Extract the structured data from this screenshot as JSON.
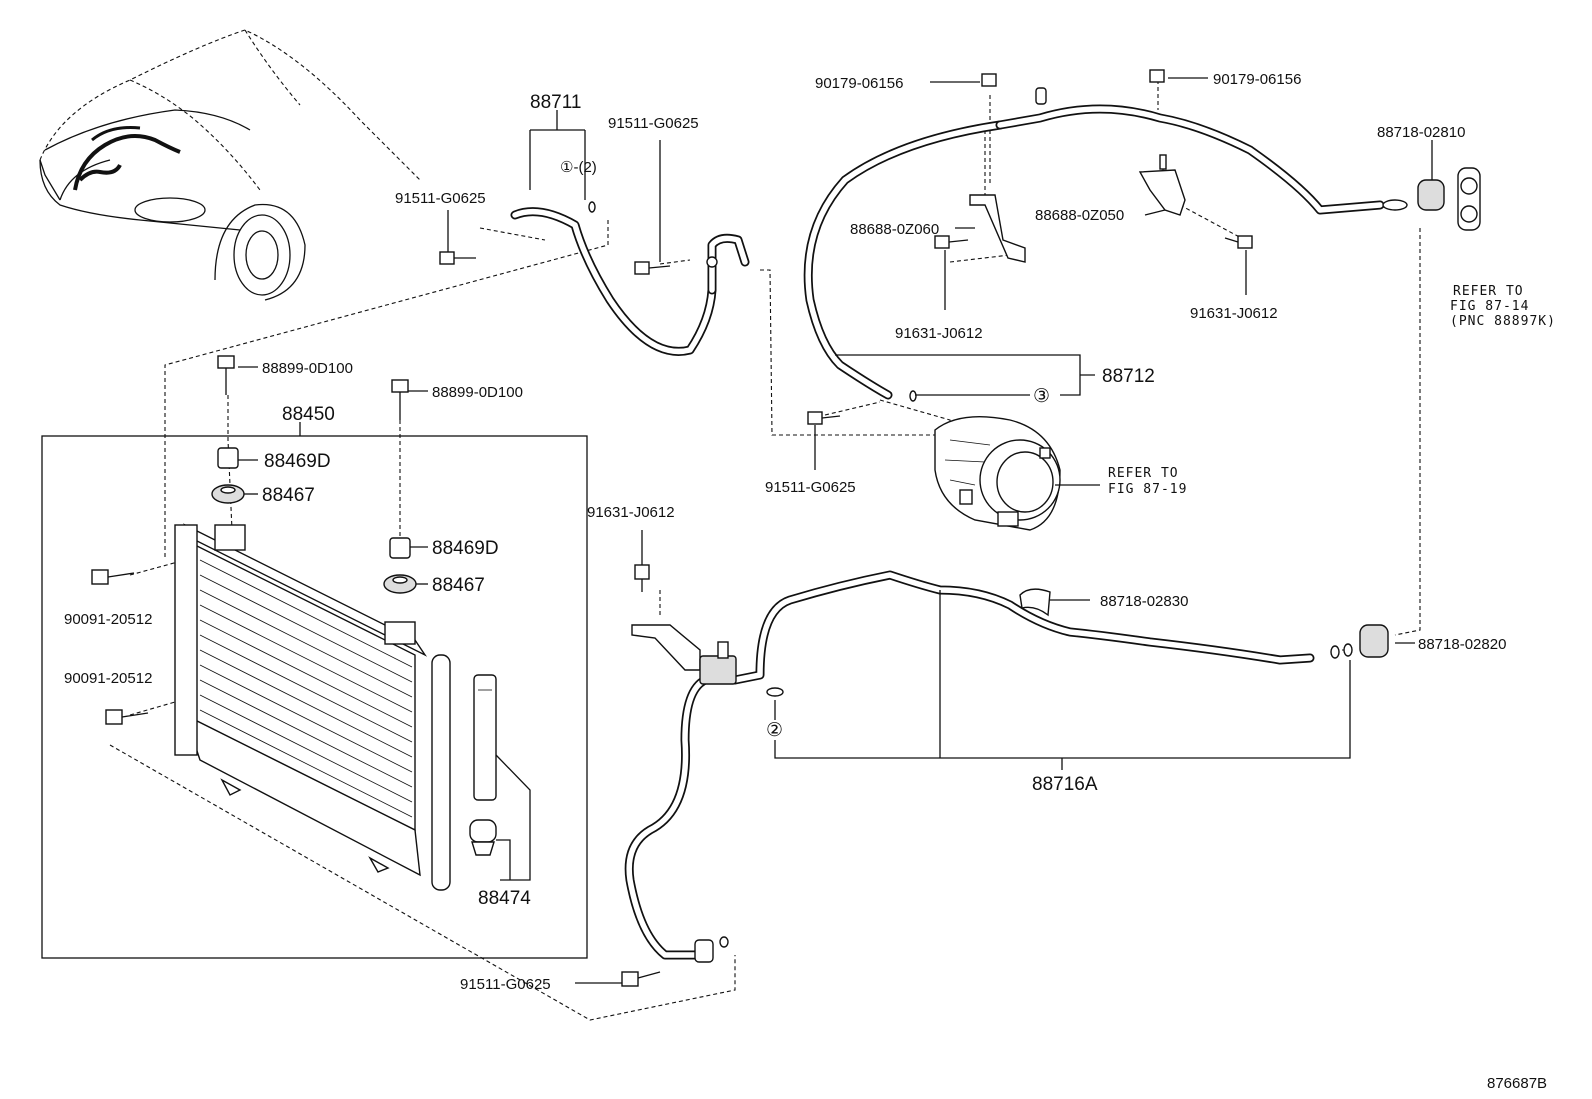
{
  "diagram_id": "876687B",
  "labels": {
    "p88711": "88711",
    "p91511_a": "91511-G0625",
    "p91511_b": "91511-G0625",
    "p91511_c": "91511-G0625",
    "p91511_d": "91511-G0625",
    "note_1_2": "①-(2)",
    "p90179_a": "90179-06156",
    "p90179_b": "90179-06156",
    "p88718_02810": "88718-02810",
    "p88688_0z060": "88688-0Z060",
    "p88688_0z050": "88688-0Z050",
    "p91631_a": "91631-J0612",
    "p91631_b": "91631-J0612",
    "p91631_c": "91631-J0612",
    "refer_8714_1": "REFER TO",
    "refer_8714_2": "FIG 87-14",
    "refer_8714_3": "(PNC 88897K)",
    "p88712": "88712",
    "circle_3": "③",
    "refer_8719_1": "REFER TO",
    "refer_8719_2": "FIG 87-19",
    "p88899_a": "88899-0D100",
    "p88899_b": "88899-0D100",
    "p88450": "88450",
    "p88469d_a": "88469D",
    "p88469d_b": "88469D",
    "p88467_a": "88467",
    "p88467_b": "88467",
    "p90091_a": "90091-20512",
    "p90091_b": "90091-20512",
    "p88474": "88474",
    "p88718_02830": "88718-02830",
    "p88718_02820": "88718-02820",
    "circle_2": "②",
    "p88716a": "88716A"
  }
}
